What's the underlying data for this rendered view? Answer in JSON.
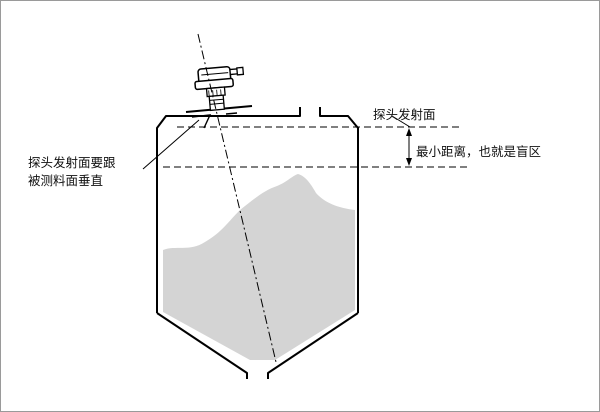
{
  "labels": {
    "emitter_face": "探头发射面",
    "min_distance": "最小距离，也就是盲区",
    "note_line1": "探头发射面要跟",
    "note_line2": "被测料面垂直"
  },
  "colors": {
    "outline": "#000000",
    "material": "#d4d4d4",
    "frame": "#9a9a9a",
    "text": "#111111"
  }
}
